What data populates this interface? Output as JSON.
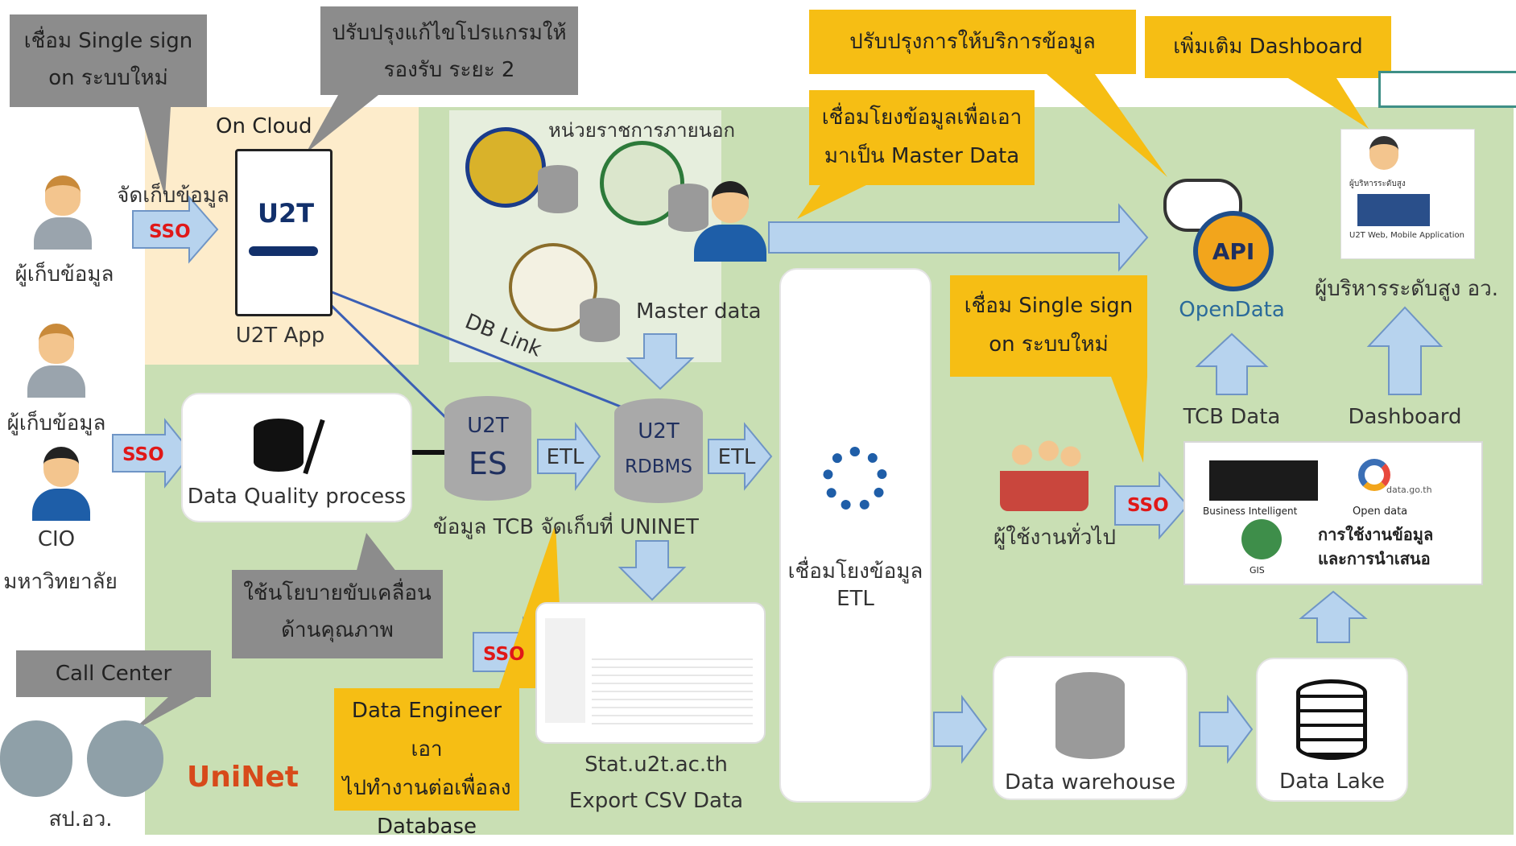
{
  "callouts": {
    "sso_top_left": [
      "เชื่อม Single sign",
      "on ระบบใหม่"
    ],
    "app_fix": [
      "ปรับปรุงแก้ไขโปรแกรมให้",
      "รองรับ ระยะ 2"
    ],
    "improve_service": "ปรับปรุงการให้บริการข้อมูล",
    "add_dashboard": "เพิ่มเติม Dashboard",
    "master_link": [
      "เชื่อมโยงข้อมูลเพื่อเอา",
      "มาเป็น Master Data"
    ],
    "sso_right": [
      "เชื่อม Single sign",
      "on ระบบใหม่"
    ],
    "policy": [
      "ใช้นโยบายขับเคลื่อน",
      "ด้านคุณภาพ"
    ],
    "call_center": "Call Center",
    "data_engineer": [
      "Data Engineer เอา",
      "ไปทำงานต่อเพื่อลง",
      "Database"
    ]
  },
  "left": {
    "collector1": "ผู้เก็บข้อมูล",
    "collector2": "ผู้เก็บข้อมูล",
    "cio": "CIO",
    "university": "มหาวิทยาลัย",
    "ops": "สป.อว.",
    "store_data": "จัดเก็บข้อมูล",
    "uninet_logo": "UniNet"
  },
  "cloud": {
    "title": "On Cloud",
    "app_label": "U2T App",
    "app_logo": "U2T"
  },
  "external": {
    "title": "หน่วยราชการภายนอก",
    "master": "Master data",
    "db_link": "DB Link"
  },
  "center": {
    "dq_label": "Data Quality process",
    "es_top": "U2T",
    "es_bottom": "ES",
    "es_caption": "ข้อมูล TCB จัดเก็บที่ UNINET",
    "rdbms_top": "U2T",
    "rdbms_bottom": "RDBMS",
    "etl1": "ETL",
    "etl2": "ETL",
    "stat_label": "Stat.u2t.ac.th",
    "csv_label": "Export CSV Data"
  },
  "etl_box": [
    "เชื่อมโยงข้อมูล",
    "ETL"
  ],
  "right": {
    "api": "API",
    "opendata": "OpenData",
    "exec": "ผู้บริหารระดับสูง อว.",
    "exec_card_caption": "U2T Web, Mobile Application",
    "exec_card_title": "ผู้บริหารระดับสูง",
    "tcb": "TCB Data",
    "dashboard": "Dashboard",
    "general_users": "ผู้ใช้งานทั่วไป",
    "bi": "Business Intelligent",
    "opendata_small": "Open data",
    "datagoth": "data.go.th",
    "usage": [
      "การใช้งานข้อมูล",
      "และการนำเสนอ"
    ],
    "gis": "GIS",
    "warehouse": "Data warehouse",
    "lake": "Data Lake"
  },
  "sso": "SSO",
  "colors": {
    "green": "#c9dfb4",
    "yellow": "#f6be14",
    "gray": "#8c8c8c",
    "arrow": "#b7d3ee",
    "link": "#3b5fb5"
  }
}
